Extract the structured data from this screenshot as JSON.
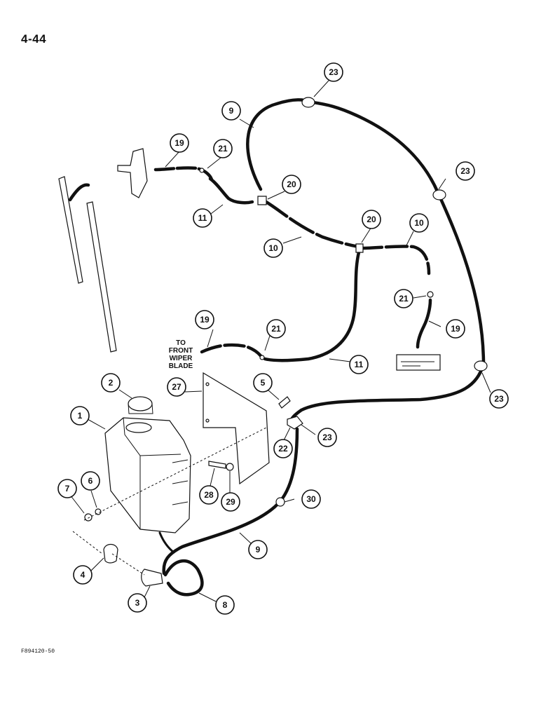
{
  "page_number": "4-44",
  "figure_code": "F894120-50",
  "note": {
    "lines": [
      "TO",
      "FRONT",
      "WIPER",
      "BLADE"
    ]
  },
  "callouts": {
    "c1": "1",
    "c2": "2",
    "c3": "3",
    "c4": "4",
    "c5": "5",
    "c6": "6",
    "c7": "7",
    "c8": "8",
    "c9a": "9",
    "c9b": "9",
    "c10a": "10",
    "c10b": "10",
    "c11a": "11",
    "c11b": "11",
    "c19a": "19",
    "c19b": "19",
    "c19c": "19",
    "c20a": "20",
    "c20b": "20",
    "c21a": "21",
    "c21b": "21",
    "c21c": "21",
    "c22": "22",
    "c23a": "23",
    "c23b": "23",
    "c23c": "23",
    "c23d": "23",
    "c27": "27",
    "c28": "28",
    "c29": "29",
    "c30": "30"
  }
}
